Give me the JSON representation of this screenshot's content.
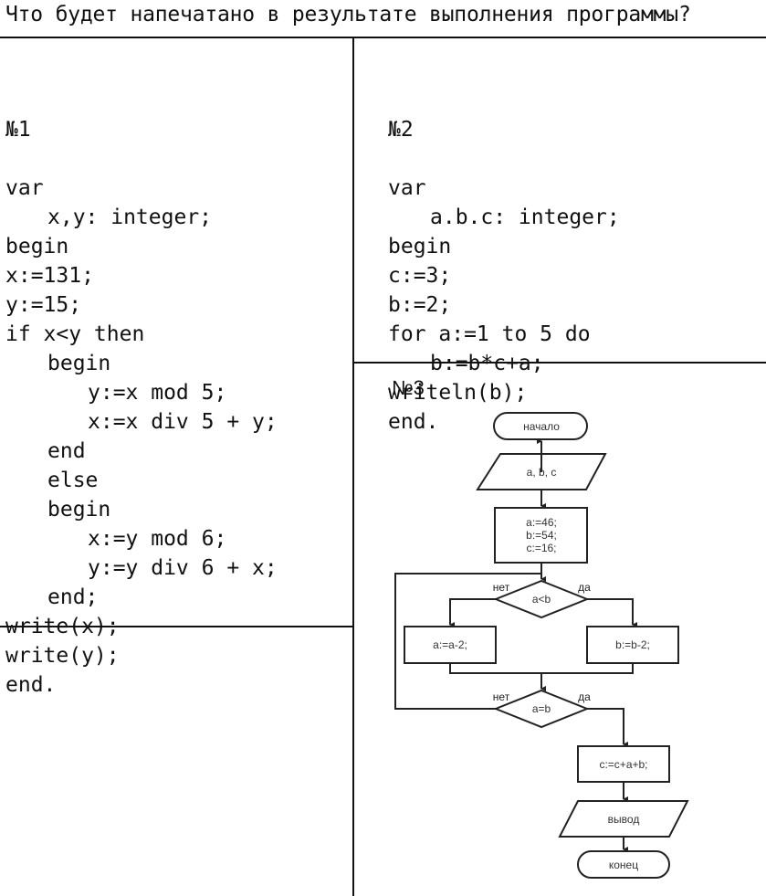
{
  "question": "Что будет напечатано в результате выполнения программы?",
  "task1": {
    "number": "№1",
    "lines": [
      {
        "text": "var",
        "indent": 0
      },
      {
        "text": "x,y: integer;",
        "indent": 1
      },
      {
        "text": "begin",
        "indent": 0
      },
      {
        "text": "x:=131;",
        "indent": 0
      },
      {
        "text": "y:=15;",
        "indent": 0
      },
      {
        "text": "if x<y then",
        "indent": 0
      },
      {
        "text": "begin",
        "indent": 1
      },
      {
        "text": "y:=x mod 5;",
        "indent": 2
      },
      {
        "text": "x:=x div 5 + y;",
        "indent": 2
      },
      {
        "text": "end",
        "indent": 1
      },
      {
        "text": "else",
        "indent": 1
      },
      {
        "text": "begin",
        "indent": 1
      },
      {
        "text": "x:=y mod 6;",
        "indent": 2
      },
      {
        "text": "y:=y div 6 + x;",
        "indent": 2
      },
      {
        "text": "end;",
        "indent": 1
      },
      {
        "text": "write(x);",
        "indent": 0
      },
      {
        "text": "write(y);",
        "indent": 0
      },
      {
        "text": "end.",
        "indent": 0
      }
    ]
  },
  "task2": {
    "number": "№2",
    "lines": [
      {
        "text": "var",
        "indent": 0
      },
      {
        "text": "a.b.c: integer;",
        "indent": 1
      },
      {
        "text": "begin",
        "indent": 0
      },
      {
        "text": "c:=3;",
        "indent": 0
      },
      {
        "text": "b:=2;",
        "indent": 0
      },
      {
        "text": "for a:=1 to 5 do",
        "indent": 0
      },
      {
        "text": "b:=b*c+a;",
        "indent": 1
      },
      {
        "text": "writeln(b);",
        "indent": 0
      },
      {
        "text": "end.",
        "indent": 0
      }
    ]
  },
  "task3": {
    "number": "№3",
    "flowchart": {
      "start": "начало",
      "input": "a, b, c",
      "init": [
        "a:=46;",
        "b:=54;",
        "c:=16;"
      ],
      "cond1": "a<b",
      "cond1_no": "нет",
      "cond1_yes": "да",
      "branch_no": "a:=a-2;",
      "branch_yes": "b:=b-2;",
      "cond2": "a=b",
      "cond2_no": "нет",
      "cond2_yes": "да",
      "after": "c:=c+a+b;",
      "output": "вывод",
      "end": "конец"
    }
  }
}
